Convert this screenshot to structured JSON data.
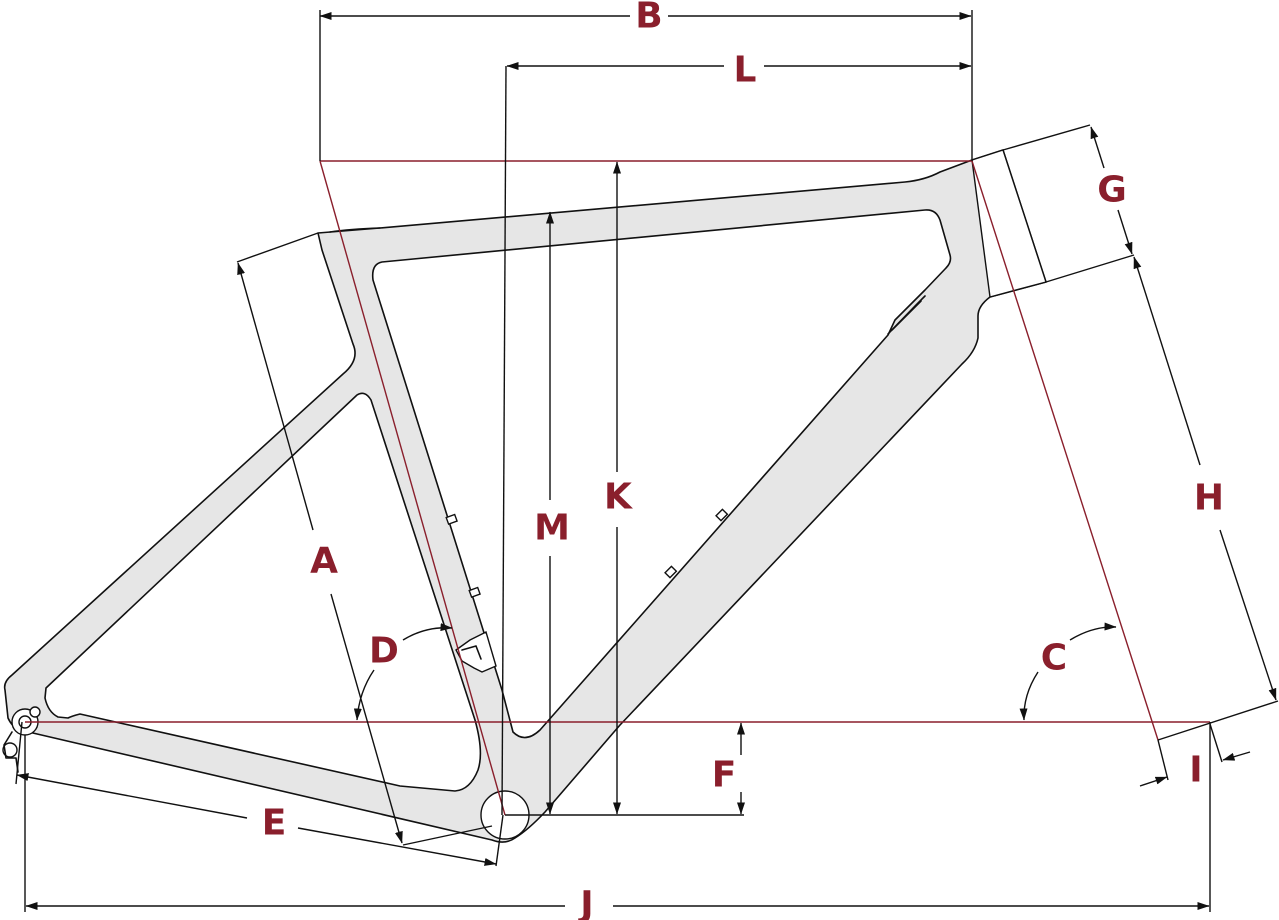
{
  "colors": {
    "accent": "#8a1f2c",
    "frame_fill": "#e6e6e6",
    "line": "#111111",
    "background": "#ffffff"
  },
  "dimensions": {
    "A": "A",
    "B": "B",
    "C": "C",
    "D": "D",
    "E": "E",
    "F": "F",
    "G": "G",
    "H": "H",
    "I": "I",
    "J": "J",
    "K": "K",
    "L": "L",
    "M": "M"
  }
}
